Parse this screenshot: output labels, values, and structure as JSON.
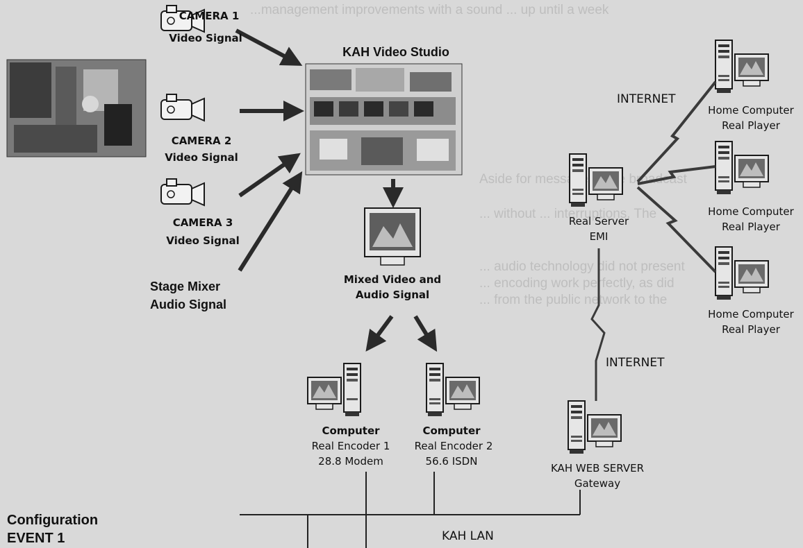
{
  "studio": {
    "title": "KAH Video Studio"
  },
  "cameras": [
    {
      "name": "CAMERA 1",
      "signal": "Video Signal"
    },
    {
      "name": "CAMERA 2",
      "signal": "Video Signal"
    },
    {
      "name": "CAMERA 3",
      "signal": "Video Signal"
    }
  ],
  "mixer": {
    "line1": "Stage Mixer",
    "line2": "Audio Signal"
  },
  "mixed": {
    "line1": "Mixed Video and",
    "line2": "Audio Signal"
  },
  "encoders": [
    {
      "line1": "Computer",
      "line2": "Real Encoder 1",
      "line3": "28.8 Modem"
    },
    {
      "line1": "Computer",
      "line2": "Real Encoder 2",
      "line3": "56.6 ISDN"
    }
  ],
  "real_server": {
    "line1": "Real Server",
    "line2": "EMI"
  },
  "web_server": {
    "line1": "KAH WEB SERVER",
    "line2": "Gateway"
  },
  "internet_labels": [
    "INTERNET",
    "INTERNET"
  ],
  "home_computers": [
    {
      "line1": "Home Computer",
      "line2": "Real Player"
    },
    {
      "line1": "Home Computer",
      "line2": "Real Player"
    },
    {
      "line1": "Home Computer",
      "line2": "Real Player"
    }
  ],
  "lan": {
    "label": "KAH LAN"
  },
  "config": {
    "line1": "Configuration",
    "line2": "EVENT 1"
  },
  "bleed_text": [
    "...management improvements with a sound ... up until a week",
    "Aside for message ... the broadcast",
    "... without ... interruptions. The",
    "... audio technology did not present",
    "... encoding work perfectly, as did",
    "... from the public network to the"
  ],
  "colors": {
    "background": "#d9d9d9",
    "ink": "#151515",
    "arrow": "#2a2a2a"
  }
}
